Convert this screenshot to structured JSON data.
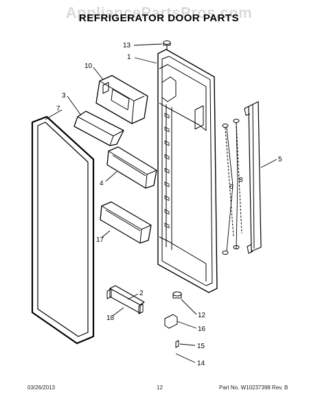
{
  "title": "REFRIGERATOR DOOR PARTS",
  "watermark": "AppliancePartsPros.com",
  "footer": {
    "date": "03/26/2013",
    "page": "12",
    "part_info": "Part No. W10237398  Rev. B"
  },
  "callouts": [
    "13",
    "1",
    "10",
    "3",
    "7",
    "4",
    "17",
    "5",
    "6",
    "8",
    "2",
    "18",
    "12",
    "16",
    "15",
    "14"
  ]
}
